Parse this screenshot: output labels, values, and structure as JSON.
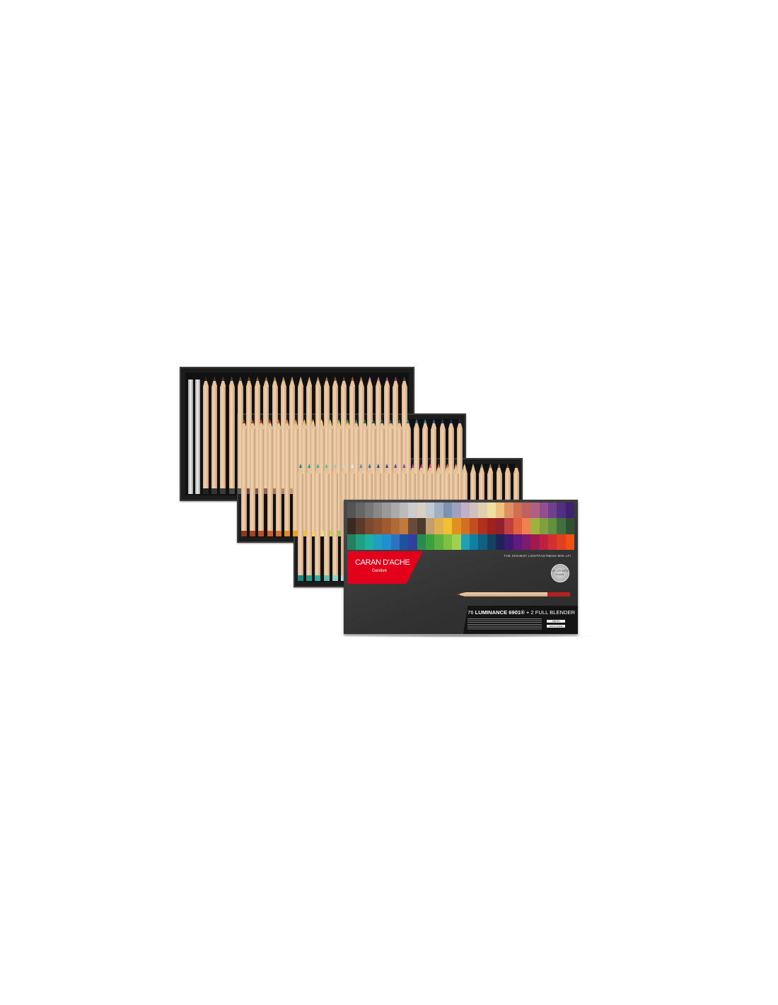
{
  "product": {
    "brand": "CARAN D'ACHE",
    "brand_sub": "Genève",
    "tagline": "THE HIGHEST LIGHTFASTNESS 80% LFI",
    "seal_text": "LFI - LFI ASTM D-6901",
    "title_prefix": "76",
    "title_bold": "LUMINANCE 6901®",
    "title_suffix": "+ 2 FULL BLENDER",
    "badge_artist": "ARTIST",
    "badge_swiss": "SWISS MADE",
    "brand_red": "#e2001a"
  }
}
